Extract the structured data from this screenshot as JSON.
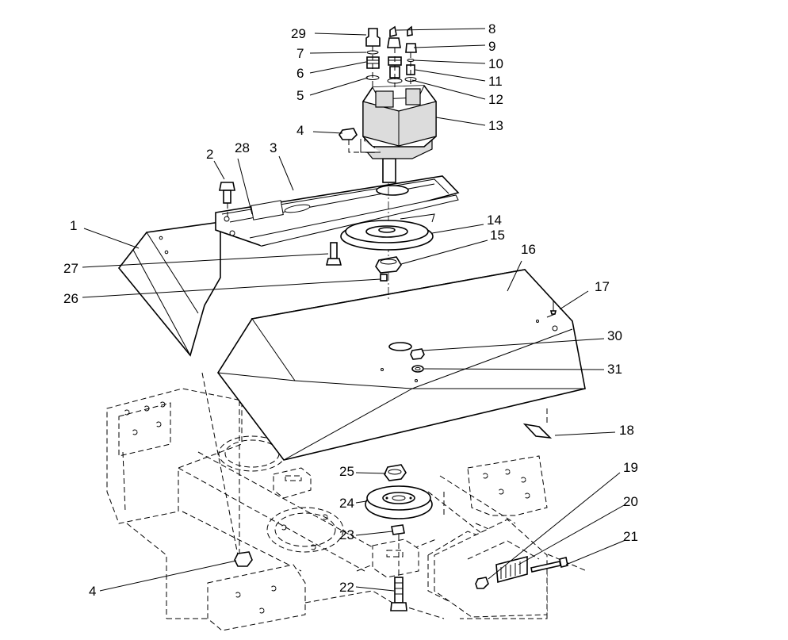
{
  "callouts": {
    "c1": "1",
    "c2": "2",
    "c3": "3",
    "c4a": "4",
    "c4b": "4",
    "c5": "5",
    "c6": "6",
    "c7": "7",
    "c8": "8",
    "c9": "9",
    "c10": "10",
    "c11": "11",
    "c12": "12",
    "c13": "13",
    "c14": "14",
    "c15": "15",
    "c16": "16",
    "c17": "17",
    "c18": "18",
    "c19": "19",
    "c20": "20",
    "c21": "21",
    "c22": "22",
    "c23": "23",
    "c24": "24",
    "c25": "25",
    "c26": "26",
    "c27": "27",
    "c28": "28",
    "c29": "29",
    "c30": "30",
    "c31": "31"
  }
}
